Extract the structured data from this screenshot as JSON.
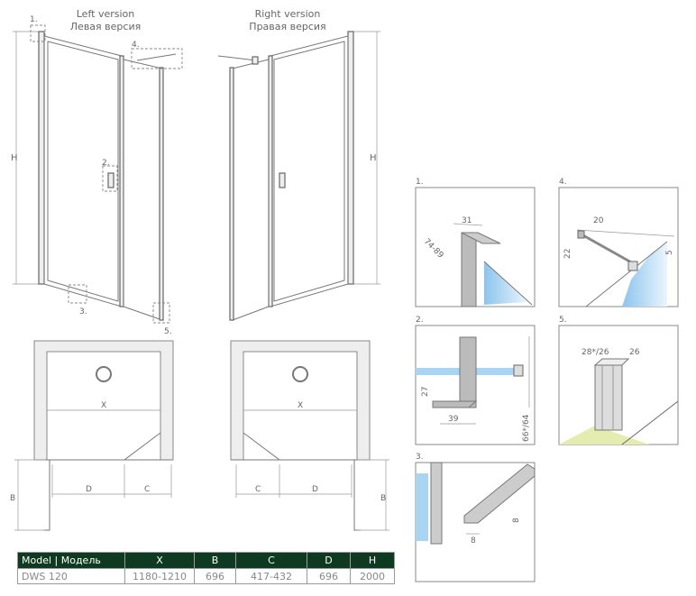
{
  "titles": {
    "left_en": "Left version",
    "left_ru": "Левая версия",
    "right_en": "Right version",
    "right_ru": "Правая версия"
  },
  "labels": {
    "H": "H",
    "X": "X",
    "D": "D",
    "C": "C",
    "B": "B",
    "n1": "1.",
    "n2": "2.",
    "n3": "3.",
    "n4": "4.",
    "n5": "5."
  },
  "details": {
    "d1": {
      "label": "1.",
      "dims": [
        "31",
        "74-89"
      ]
    },
    "d4": {
      "label": "4.",
      "dims": [
        "20",
        "22",
        "5"
      ]
    },
    "d2": {
      "label": "2.",
      "dims": [
        "27",
        "39",
        "66*/64"
      ]
    },
    "d5": {
      "label": "5.",
      "dims": [
        "28*/26",
        "26"
      ]
    },
    "d3": {
      "label": "3.",
      "dims": [
        "8",
        "8"
      ]
    }
  },
  "table": {
    "headers": [
      "Model | Модель",
      "X",
      "B",
      "C",
      "D",
      "H"
    ],
    "rows": [
      [
        "DWS 120",
        "1180-1210",
        "696",
        "417-432",
        "696",
        "2000"
      ]
    ]
  },
  "colors": {
    "header_bg": "#0e3a22",
    "glass": "#a9d4f2",
    "floor": "#e4ecb0"
  }
}
